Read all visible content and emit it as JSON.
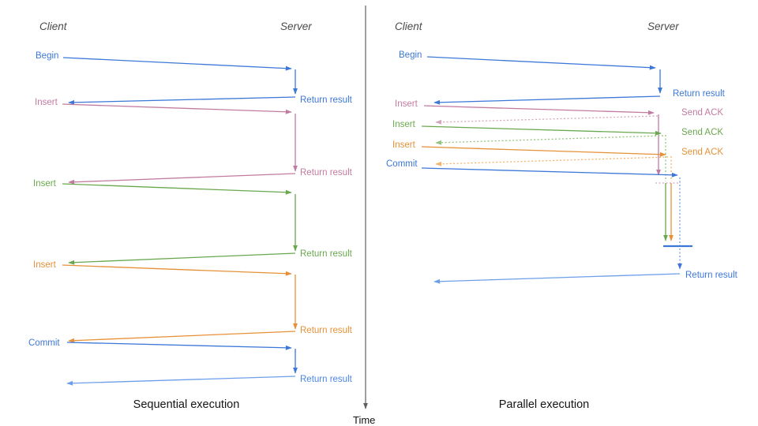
{
  "left": {
    "client": "Client",
    "server": "Server",
    "caption": "Sequential execution",
    "ops": [
      {
        "label": "Begin",
        "result": "Return result"
      },
      {
        "label": "Insert",
        "result": "Return result"
      },
      {
        "label": "Insert",
        "result": "Return result"
      },
      {
        "label": "Insert",
        "result": "Return result"
      },
      {
        "label": "Commit",
        "result": "Return result"
      }
    ]
  },
  "right": {
    "client": "Client",
    "server": "Server",
    "caption": "Parallel execution",
    "ops": [
      {
        "label": "Begin",
        "result": "Return result"
      },
      {
        "label": "Insert",
        "result": "Send ACK"
      },
      {
        "label": "Insert",
        "result": "Send ACK"
      },
      {
        "label": "Insert",
        "result": "Send ACK"
      },
      {
        "label": "Commit",
        "result": "Return result"
      }
    ]
  },
  "time_axis": {
    "label": "Time"
  },
  "colors": {
    "blue": "#3d78d8",
    "light_blue": "#6d9eeb",
    "pink": "#c27ba0",
    "pink_light": "#d5a6bd",
    "green": "#6aa84f",
    "green_light": "#93c47d",
    "orange": "#e69138",
    "orange_light": "#f6b26b",
    "axis_gray": "#5f5f5f"
  }
}
